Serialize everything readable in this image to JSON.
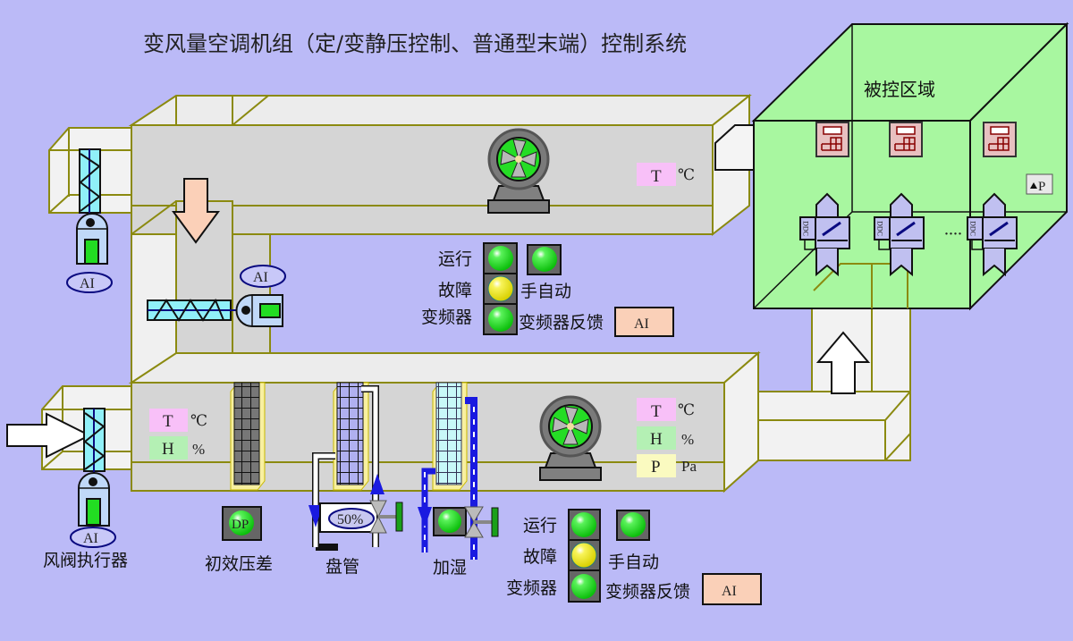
{
  "title": "变风量空调机组（定/变静压控制、普通型末端）控制系统",
  "colors": {
    "background": "#bbbaf7",
    "duct": "#d5d5d5",
    "duct_edge": "#8b8a10",
    "zone": "#a8f7a0",
    "light_on": "#22dd22",
    "light_warn": "#f4f020",
    "temp_box": "#f8c0f8",
    "humidity_box": "#b4f0b4",
    "pressure_box": "#fafac0",
    "ai_box": "#fad0b8"
  },
  "zone": {
    "label": "被控区域",
    "dp_label": "P",
    "ddc_label": "DDC",
    "ellipsis": "····"
  },
  "return_air": {
    "temp": {
      "label": "T",
      "unit": "℃"
    }
  },
  "mixed_air": {
    "temp": {
      "label": "T",
      "unit": "℃"
    },
    "humidity": {
      "label": "H",
      "unit": "%"
    }
  },
  "supply_air": {
    "temp": {
      "label": "T",
      "unit": "℃"
    },
    "humidity": {
      "label": "H",
      "unit": "%"
    },
    "pressure": {
      "label": "P",
      "unit": "Pa"
    }
  },
  "dampers": {
    "exhaust_ai": "AI",
    "mix_ai": "AI",
    "fresh_ai": "AI",
    "label": "风阀执行器"
  },
  "filter": {
    "dp_label": "DP",
    "label": "初效压差",
    "status": "on"
  },
  "coil": {
    "valve_value": "50%",
    "label": "盘管"
  },
  "humidifier": {
    "label": "加湿",
    "status": "on"
  },
  "return_fan": {
    "run_label": "运行",
    "run_status": "on",
    "fault_label": "故障",
    "fault_status": "warn",
    "vfd_label": "变频器",
    "vfd_status": "on",
    "hand_auto_label": "手自动",
    "hand_auto_status": "on",
    "vfd_feedback_label": "变频器反馈",
    "vfd_feedback_value": "AI"
  },
  "supply_fan": {
    "run_label": "运行",
    "run_status": "on",
    "fault_label": "故障",
    "fault_status": "warn",
    "vfd_label": "变频器",
    "vfd_status": "on",
    "hand_auto_label": "手自动",
    "hand_auto_status": "on",
    "vfd_feedback_label": "变频器反馈",
    "vfd_feedback_value": "AI"
  }
}
